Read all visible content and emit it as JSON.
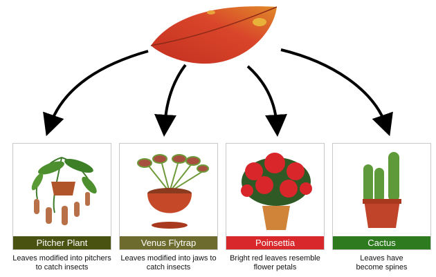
{
  "plants": [
    {
      "name": "Pitcher Plant",
      "desc": "Leaves modified into pitchers to catch insects",
      "color": "#4a5212",
      "icon": "pitcher-plant-image"
    },
    {
      "name": "Venus Flytrap",
      "desc": "Leaves modified into jaws to catch insects",
      "color": "#6e6b2e",
      "icon": "venus-flytrap-image"
    },
    {
      "name": "Poinsettia",
      "desc": "Bright red leaves resemble flower petals",
      "color": "#d9282b",
      "icon": "poinsettia-image"
    },
    {
      "name": "Cactus",
      "desc": "Leaves have become spines",
      "color": "#2e7a1e",
      "icon": "cactus-image"
    }
  ]
}
